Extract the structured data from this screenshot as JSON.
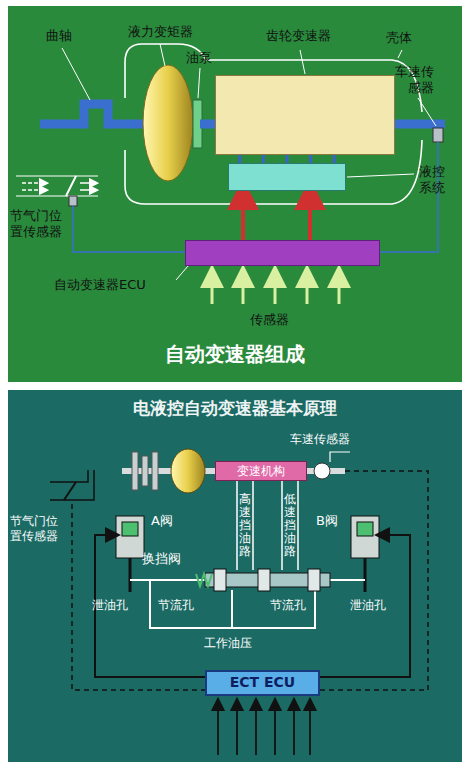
{
  "diagram": {
    "title": "电液控自动变速器基本原理",
    "caption": "自动变速器组成",
    "nodes": [
      {
        "text": [
          "齿轮变速器"
        ]
      },
      {
        "text": [
          "液控系统"
        ]
      },
      {
        "text": [
          "自动变速器ECU"
        ]
      },
      {
        "text": [
          "变速机构"
        ]
      },
      {
        "text": [
          "换挡阀"
        ]
      },
      {
        "text": [
          "A阀"
        ]
      },
      {
        "text": [
          "B阀"
        ]
      },
      {
        "text": [
          "ECT ECU"
        ]
      }
    ],
    "edges": [
      {
        "from": 1,
        "to": 0,
        "arrow": "none"
      },
      {
        "from": 2,
        "to": 1,
        "arrow": "to"
      },
      {
        "from": 2,
        "to": 1,
        "arrow": "to"
      },
      {
        "from": 4,
        "to": 3,
        "label": "高速挡油路",
        "arrow": "none"
      },
      {
        "from": 4,
        "to": 3,
        "label": "低速挡油路",
        "arrow": "none"
      },
      {
        "from": 7,
        "to": 5,
        "arrow": "to"
      },
      {
        "from": 7,
        "to": 6,
        "arrow": "to"
      }
    ],
    "labels": [
      "曲轴",
      "液力变矩器",
      "油泵",
      "壳体",
      "车速传感器",
      "节气门位置传感器",
      "传感器",
      "车速传感器",
      "节气门位置传感器",
      "泄油孔",
      "节流孔",
      "节流孔",
      "泄油孔",
      "工作油压"
    ]
  }
}
